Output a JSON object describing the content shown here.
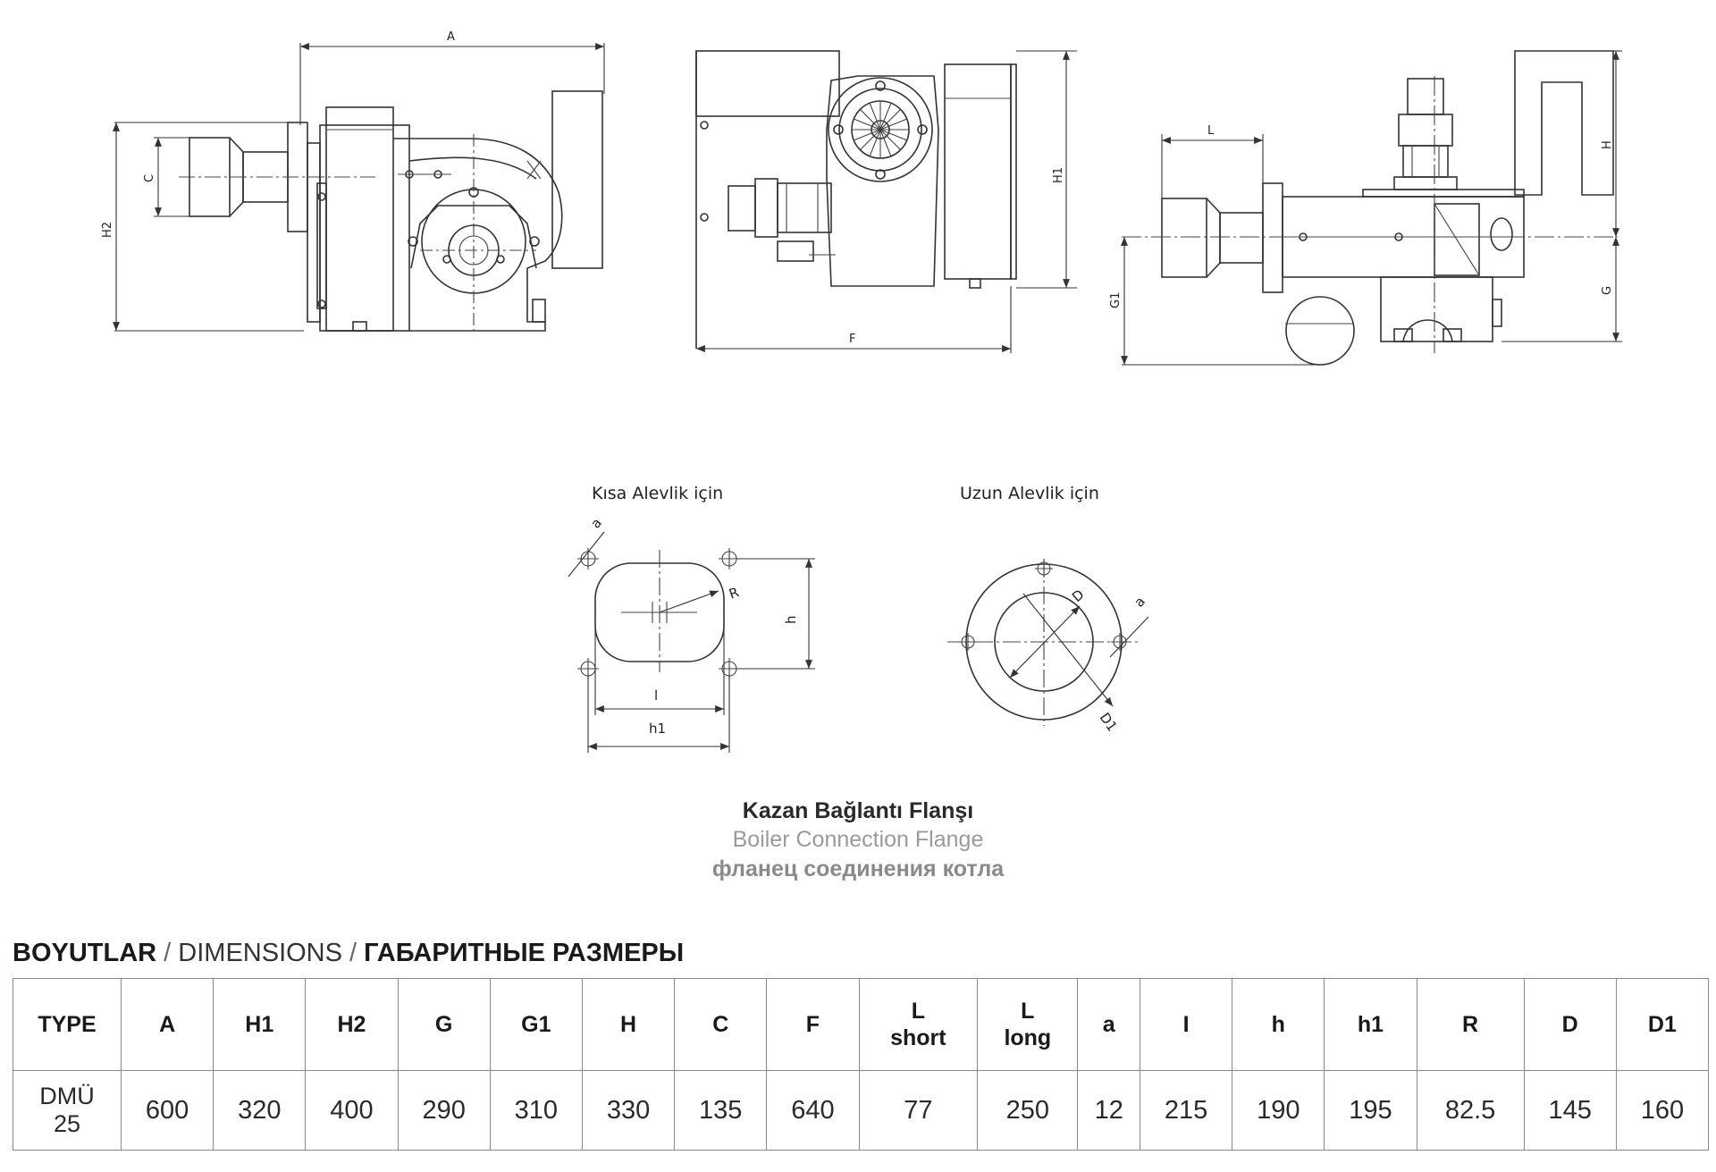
{
  "diagram": {
    "side_view_labels": {
      "a": "A",
      "c": "C",
      "h2": "H2"
    },
    "front_view_labels": {
      "h1": "H1",
      "f": "F"
    },
    "top_view_labels": {
      "l": "L",
      "h": "H",
      "g": "G",
      "g1": "G1"
    },
    "flange_short_title": "Kısa  Alevlik  için",
    "flange_long_title": "Uzun  Alevlik  için",
    "flange_short_labels": {
      "a": "a",
      "r": "R",
      "h": "h",
      "l": "l",
      "h1": "h1"
    },
    "flange_long_labels": {
      "d": "D",
      "a": "a",
      "d1": "D1"
    }
  },
  "captions": {
    "tr": "Kazan Bağlantı Flanşı",
    "en": "Boiler Connection Flange",
    "ru": "фланец соединения котла"
  },
  "dimensions": {
    "title_tr": "BOYUTLAR",
    "sep1": " / ",
    "title_en": "DIMENSIONS",
    "sep2": " / ",
    "title_ru": "ГАБАРИТНЫЕ РАЗМЕРЫ",
    "headers": [
      "TYPE",
      "A",
      "H1",
      "H2",
      "G",
      "G1",
      "H",
      "C",
      "F",
      "L",
      "L",
      "a",
      "I",
      "h",
      "h1",
      "R",
      "D",
      "D1"
    ],
    "header_sub": {
      "l_short": "short",
      "l_long": "long"
    },
    "row": {
      "type_line1": "DMÜ",
      "type_line2": "25",
      "values": [
        "600",
        "320",
        "400",
        "290",
        "310",
        "330",
        "135",
        "640",
        "77",
        "250",
        "12",
        "215",
        "190",
        "195",
        "82.5",
        "145",
        "160"
      ]
    }
  }
}
